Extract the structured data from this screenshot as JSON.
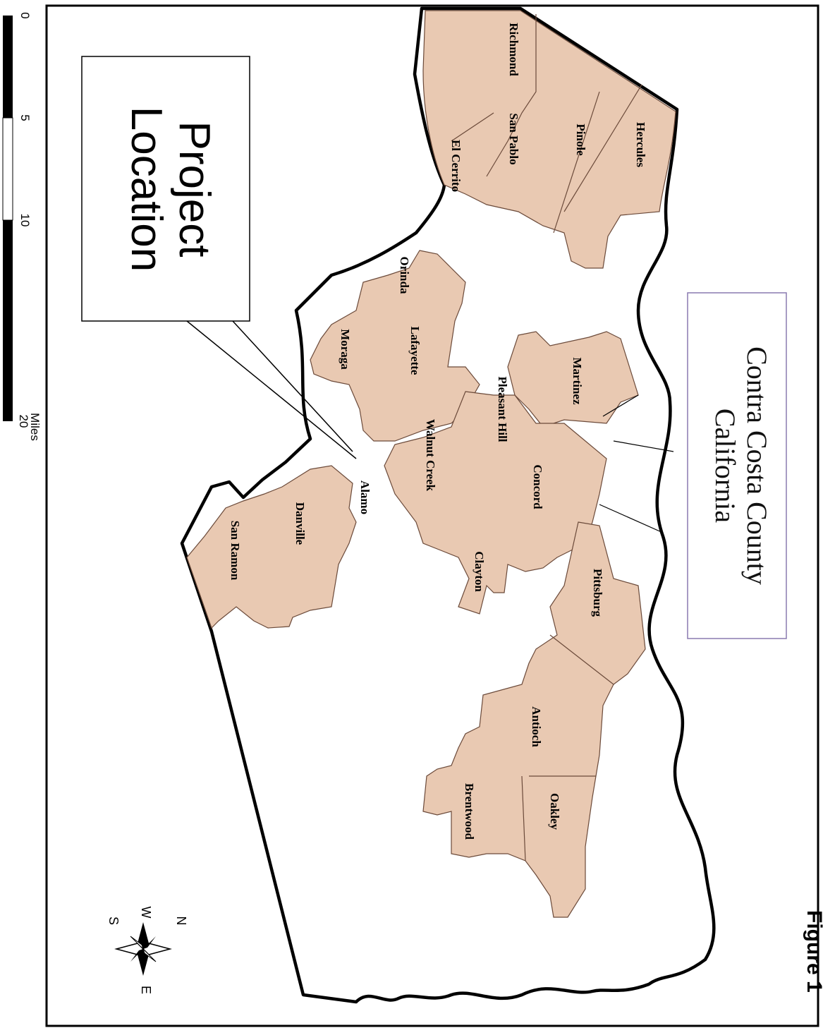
{
  "map": {
    "title_line1": "Contra Costa County",
    "title_line2": "California",
    "callout_line1": "Project",
    "callout_line2": "Location",
    "figure_label": "Figure 1",
    "colors": {
      "incorporated": "#e9c9b2",
      "border": "#000000",
      "city_edge": "#6b4a3a"
    },
    "cities": [
      {
        "id": "hercules",
        "name": "Hercules"
      },
      {
        "id": "pinole",
        "name": "Pinole"
      },
      {
        "id": "richmond",
        "name": "Richmond"
      },
      {
        "id": "san-pablo",
        "name": "San Pablo"
      },
      {
        "id": "el-cerrito",
        "name": "El Cerrito"
      },
      {
        "id": "orinda",
        "name": "Orinda"
      },
      {
        "id": "lafayette",
        "name": "Lafayette"
      },
      {
        "id": "moraga",
        "name": "Moraga"
      },
      {
        "id": "martinez",
        "name": "Martinez"
      },
      {
        "id": "pleasant-hill",
        "name": "Pleasant Hill"
      },
      {
        "id": "walnut-creek",
        "name": "Walnut Creek"
      },
      {
        "id": "concord",
        "name": "Concord"
      },
      {
        "id": "alamo",
        "name": "Alamo"
      },
      {
        "id": "danville",
        "name": "Danville"
      },
      {
        "id": "san-ramon",
        "name": "San Ramon"
      },
      {
        "id": "clayton",
        "name": "Clayton"
      },
      {
        "id": "pittsburg",
        "name": "Pittsburg"
      },
      {
        "id": "antioch",
        "name": "Antioch"
      },
      {
        "id": "brentwood",
        "name": "Brentwood"
      },
      {
        "id": "oakley",
        "name": "Oakley"
      }
    ],
    "scale": {
      "ticks": [
        "0",
        "5",
        "10",
        "20"
      ],
      "unit": "Miles"
    },
    "compass": {
      "n": "N",
      "e": "E",
      "s": "S",
      "w": "W"
    }
  }
}
